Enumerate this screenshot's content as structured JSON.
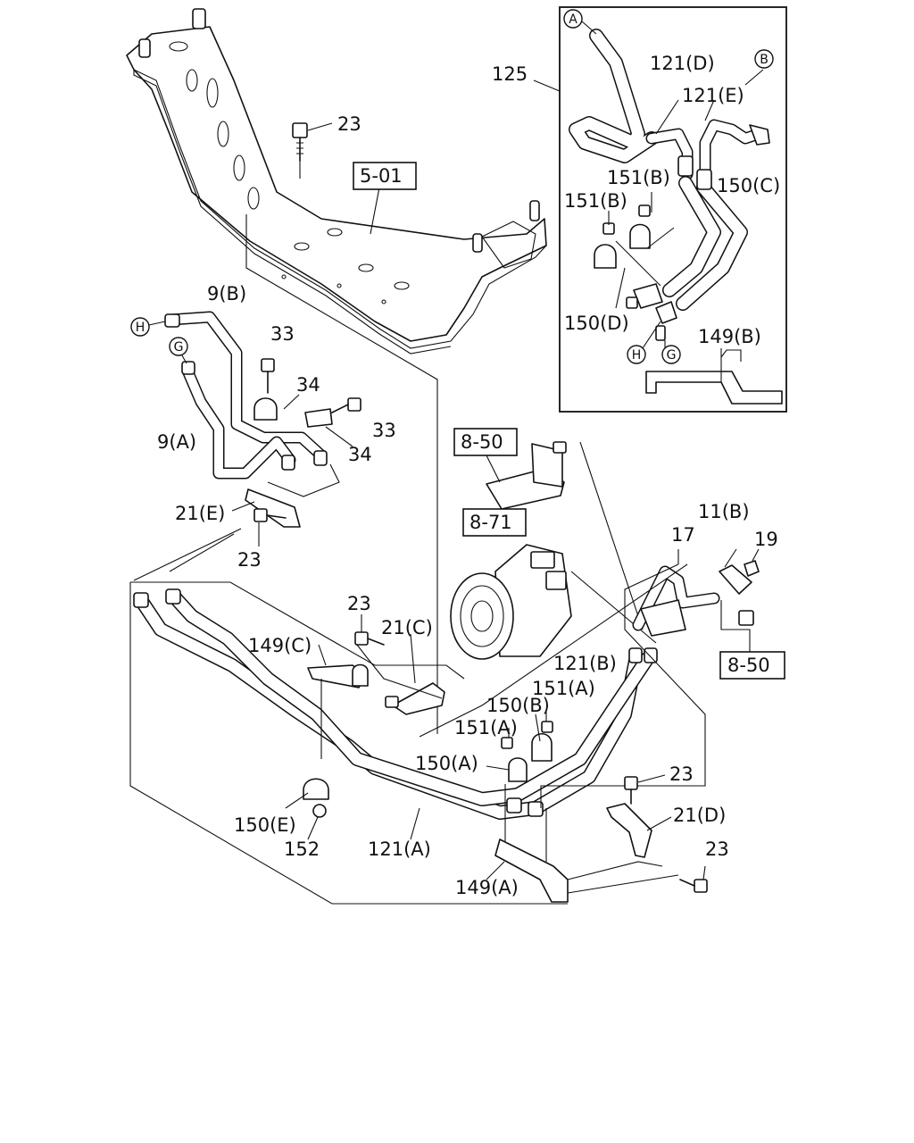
{
  "callouts": {
    "c23_top": "23",
    "c5_01": "5-01",
    "c125": "125",
    "c121D": "121(D)",
    "c121E": "121(E)",
    "c151B_1": "151(B)",
    "c151B_2": "151(B)",
    "c150C": "150(C)",
    "c150D": "150(D)",
    "c149B": "149(B)",
    "c9B": "9(B)",
    "c9A": "9(A)",
    "c33_1": "33",
    "c33_2": "33",
    "c34_1": "34",
    "c34_2": "34",
    "c21E": "21(E)",
    "c23_mid": "23",
    "c8_50_1": "8-50",
    "c8_71": "8-71",
    "c11B": "11(B)",
    "c19": "19",
    "c17": "17",
    "c8_50_2": "8-50",
    "c23_c": "23",
    "c21C": "21(C)",
    "c149C": "149(C)",
    "c121B": "121(B)",
    "c151A_1": "151(A)",
    "c150B": "150(B)",
    "c151A_2": "151(A)",
    "c150A": "150(A)",
    "c150E": "150(E)",
    "c152": "152",
    "c121A": "121(A)",
    "c149A": "149(A)",
    "c23_r1": "23",
    "c21D": "21(D)",
    "c23_r2": "23"
  },
  "markers": {
    "A": "A",
    "B": "B",
    "G_inset": "G",
    "H_inset": "H",
    "G_main": "G",
    "H_main": "H"
  }
}
